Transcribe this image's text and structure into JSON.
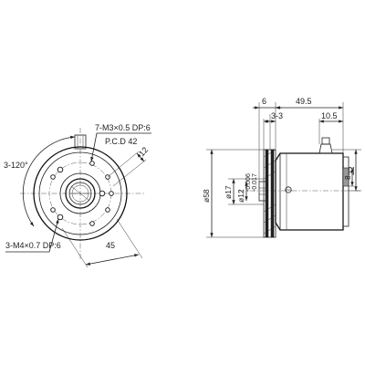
{
  "front_view": {
    "hole_tapped_spec": "7-M3×0.5 DP:6",
    "pcd": "P.C.D 42",
    "angle": "3-120°",
    "dim_12": "12",
    "hole_m4_spec": "3-M4×0.7 DP:6",
    "dim_45": "45"
  },
  "side_view": {
    "dim_6": "6",
    "dim_49_5": "49.5",
    "dim_3_3": "3-3",
    "dim_10_5": "10.5",
    "dim_phi58": "ø58",
    "dim_phi17": "ø17",
    "dim_phi12": "ø12",
    "tol_upper": "-0.006",
    "tol_lower": "-0.017",
    "dim_22": "22",
    "dim_8": "8"
  }
}
